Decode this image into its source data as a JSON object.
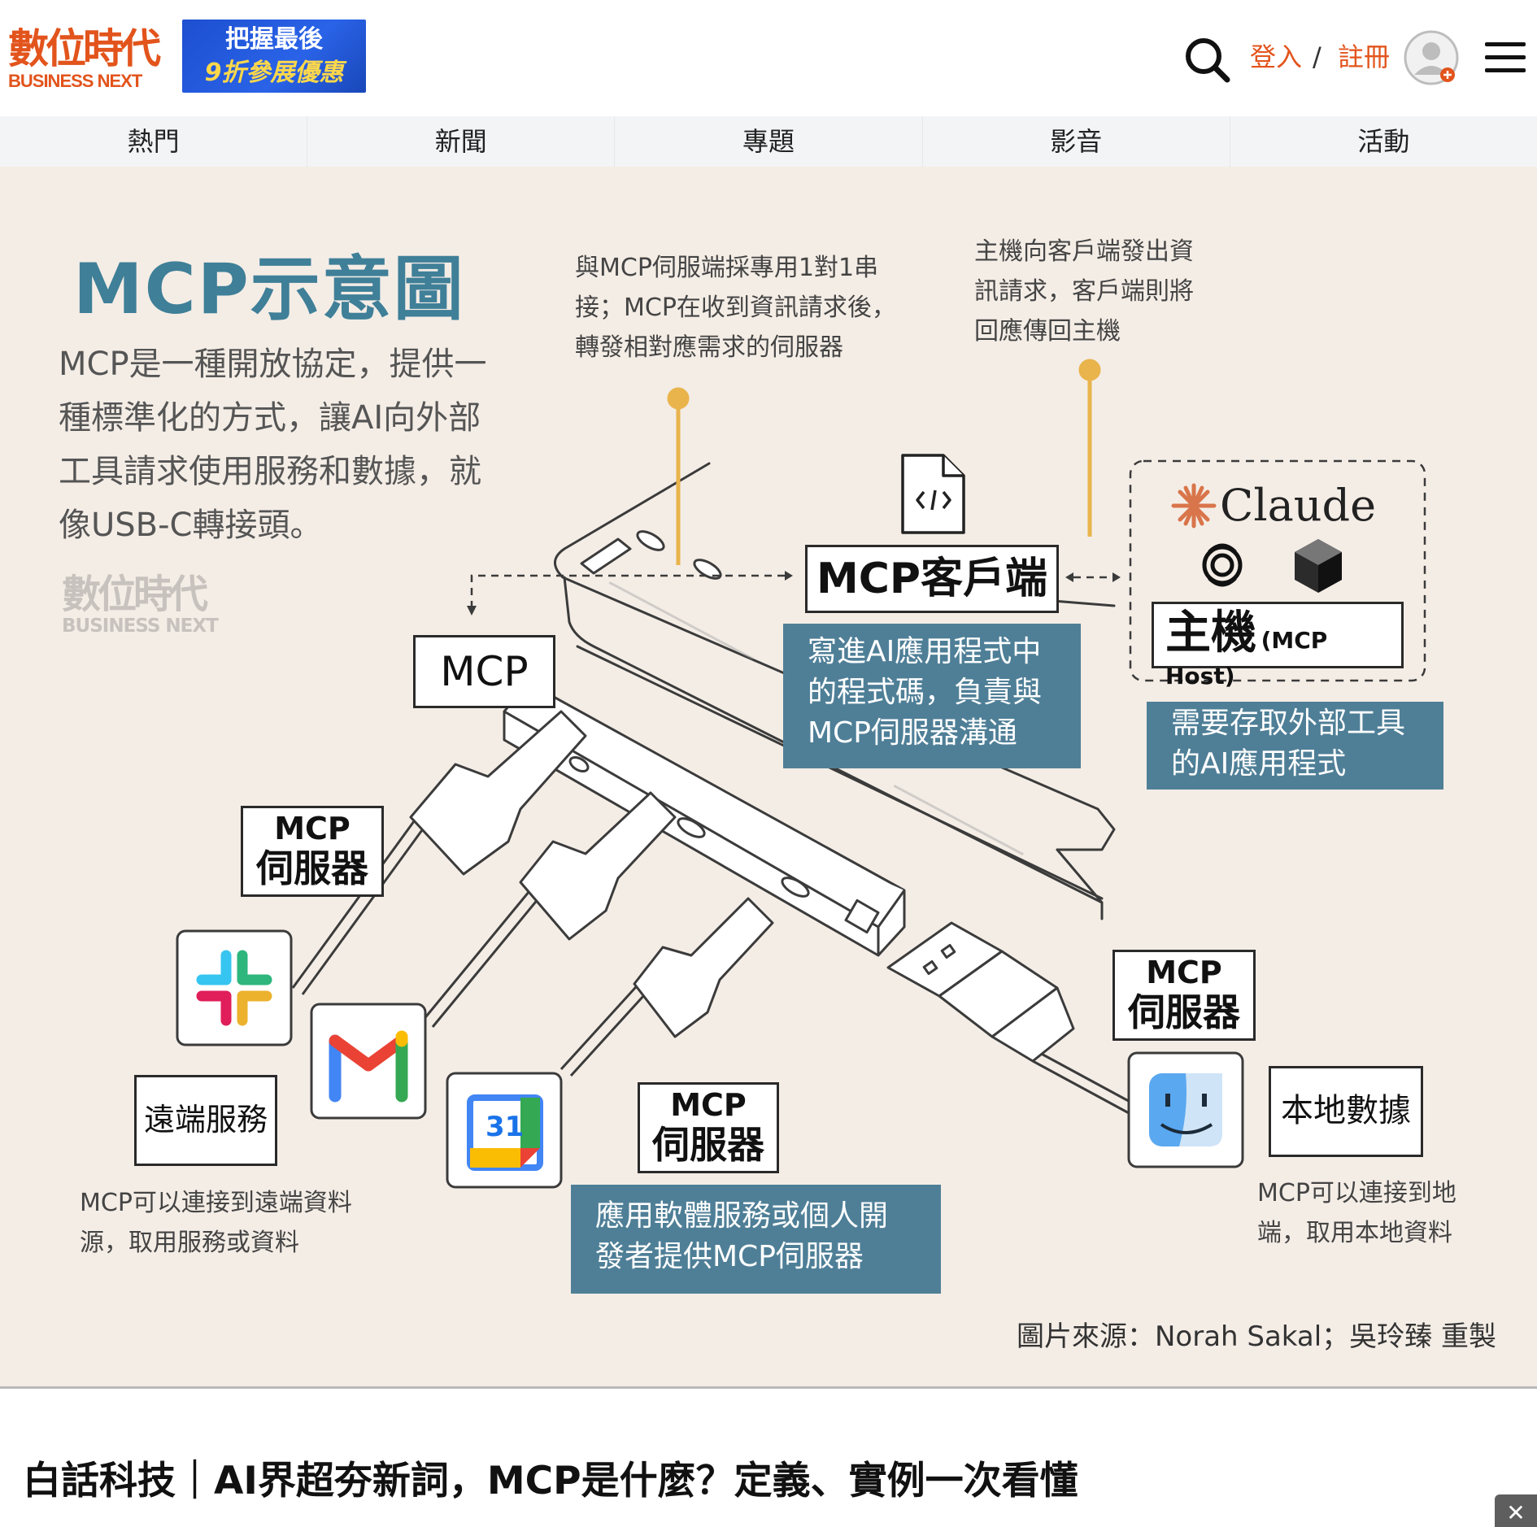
{
  "header": {
    "logo_zh": "數位時代",
    "logo_en": "BUSINESS NEXT",
    "promo_line1": "把握最後",
    "promo_line2": "9折參展優惠",
    "login": "登入",
    "slash": "/",
    "register": "註冊"
  },
  "nav": {
    "items": [
      "熱門",
      "新聞",
      "專題",
      "影音",
      "活動"
    ]
  },
  "figure": {
    "title": "MCP示意圖",
    "description": "MCP是一種開放協定，提供一種標準化的方式，讓AI向外部工具請求使用服務和數據，就像USB-C轉接頭。",
    "watermark_zh": "數位時代",
    "watermark_en": "BUSINESS NEXT",
    "note_serial": "與MCP伺服端採專用1對1串接；MCP在收到資訊請求後，轉發相對應需求的伺服器",
    "note_host": "主機向客戶端發出資訊請求，客戶端則將回應傳回主機",
    "mcp_client": "MCP客戶端",
    "client_desc": "寫進AI應用程式中的程式碼，負責與MCP伺服器溝通",
    "claude": "Claude",
    "host_label": "主機",
    "host_sub": "(MCP Host)",
    "host_desc": "需要存取外部工具的AI應用程式",
    "mcp_label": "MCP",
    "server_top": "MCP",
    "server_bottom": "伺服器",
    "remote_service": "遠端服務",
    "remote_desc": "MCP可以連接到遠端資料源，取用服務或資料",
    "server_desc": "應用軟體服務或個人開發者提供MCP伺服器",
    "local_data": "本地數據",
    "local_desc": "MCP可以連接到地端，取用本地資料",
    "calendar_day": "31",
    "credit": "圖片來源：Norah Sakal；吳玲臻 重製"
  },
  "article": {
    "headline": "白話科技｜AI界超夯新詞，MCP是什麼？定義、實例一次看懂"
  },
  "colors": {
    "brand": "#e2541c",
    "teal": "#4f7f97",
    "title_blue": "#3f7f98",
    "pin": "#e9b44c",
    "figure_bg": "#f4ede6"
  },
  "icons": [
    "search-icon",
    "avatar-icon",
    "menu-icon",
    "code-file-icon",
    "claude-icon",
    "openai-icon",
    "cube-icon",
    "slack-icon",
    "gmail-icon",
    "calendar-icon",
    "finder-icon",
    "close-icon"
  ]
}
